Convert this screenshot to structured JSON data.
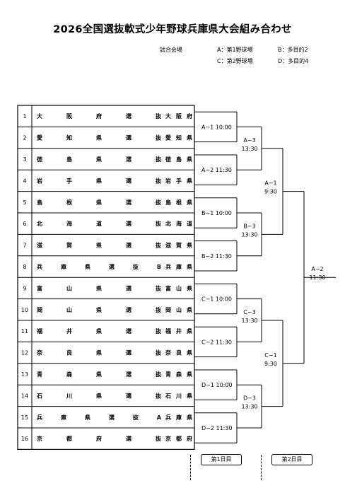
{
  "title": "2026全国選抜軟式少年野球兵庫県大会組み合わせ",
  "venues": {
    "label": "試合会場",
    "items": [
      "A：第1野球場",
      "B：多目的2",
      "C：第2野球場",
      "D：多目的4"
    ]
  },
  "teams": [
    {
      "no": "1",
      "name": "大阪府選抜",
      "short": "大阪府"
    },
    {
      "no": "2",
      "name": "愛知県選抜",
      "short": "愛知県"
    },
    {
      "no": "3",
      "name": "徳島県選抜",
      "short": "徳島県"
    },
    {
      "no": "4",
      "name": "岩手県選抜",
      "short": "岩手県"
    },
    {
      "no": "5",
      "name": "島根県選抜",
      "short": "島根県"
    },
    {
      "no": "6",
      "name": "北海道選抜",
      "short": "北海道"
    },
    {
      "no": "7",
      "name": "滋賀県選抜",
      "short": "滋賀県"
    },
    {
      "no": "8",
      "name": "兵庫県選抜B",
      "short": "兵庫県"
    },
    {
      "no": "9",
      "name": "富山県選抜",
      "short": "富山県"
    },
    {
      "no": "10",
      "name": "岡山県選抜",
      "short": "岡山県"
    },
    {
      "no": "11",
      "name": "福井県選抜",
      "short": "福井県"
    },
    {
      "no": "12",
      "name": "奈良県選抜",
      "short": "奈良県"
    },
    {
      "no": "13",
      "name": "青森県選抜",
      "short": "青森県"
    },
    {
      "no": "14",
      "name": "石川県選抜",
      "short": "石川県"
    },
    {
      "no": "15",
      "name": "兵庫県選抜A",
      "short": "兵庫県"
    },
    {
      "no": "16",
      "name": "京都府選抜",
      "short": "京都府"
    }
  ],
  "round1": [
    {
      "label": "A−1 10:00"
    },
    {
      "label": "A−2 11:30"
    },
    {
      "label": "B−1 10:00"
    },
    {
      "label": "B−2 11:30"
    },
    {
      "label": "C−1 10:00"
    },
    {
      "label": "C−2 11:30"
    },
    {
      "label": "D−1 10:00"
    },
    {
      "label": "D−2 11:30"
    }
  ],
  "round2": [
    {
      "code": "A−3",
      "time": "13:30"
    },
    {
      "code": "B−3",
      "time": "13:30"
    },
    {
      "code": "C−3",
      "time": "13:30"
    },
    {
      "code": "D−3",
      "time": "13:30"
    }
  ],
  "round3": [
    {
      "code": "A−1",
      "time": "9:30"
    },
    {
      "code": "C−1",
      "time": "9:30"
    }
  ],
  "final": {
    "code": "A−2",
    "time": "11:30"
  },
  "days": {
    "day1": "第1日目",
    "day2": "第2日目"
  }
}
